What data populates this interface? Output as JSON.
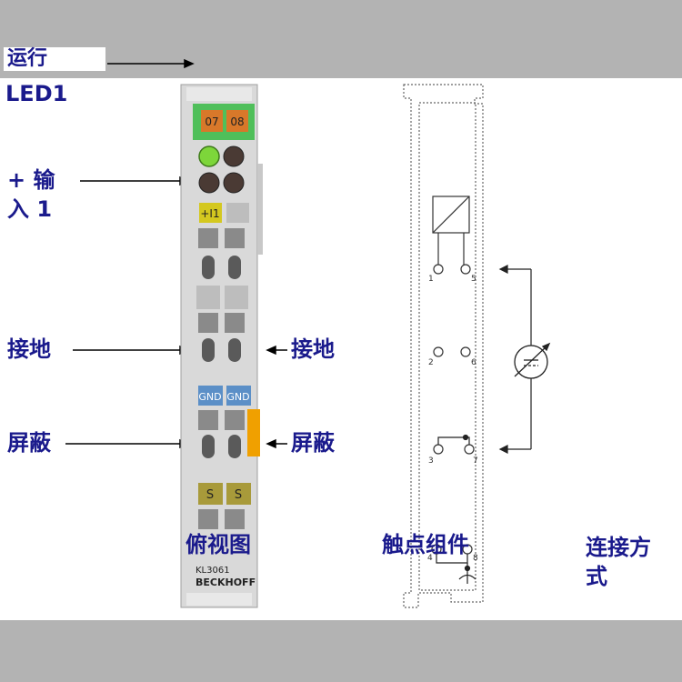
{
  "labels": {
    "run": "运行",
    "led1": "LED1",
    "input1": "+ 输\n入 1",
    "ground_left": "接地",
    "ground_right": "接地",
    "shield_left": "屏蔽",
    "shield_right": "屏蔽",
    "top_view": "俯视图",
    "contact_assembly": "触点组件",
    "connection_method": "连接方\n式"
  },
  "terminal": {
    "led_labels": [
      "07",
      "08"
    ],
    "input_tag": "+I1",
    "gnd_tags": [
      "GND",
      "GND"
    ],
    "shield_tags": [
      "S",
      "S"
    ],
    "model": "KL3061",
    "brand": "BECKHOFF"
  },
  "contacts": {
    "numbers": [
      "1",
      "5",
      "2",
      "6",
      "3",
      "7",
      "4",
      "8"
    ]
  },
  "colors": {
    "label_text": "#1a1a8c",
    "band": "#b3b3b3",
    "green_header": "#4fbf5a",
    "orange_tag": "#d8782a",
    "led_green": "#7dd63a",
    "blue_tag": "#5b8fc7",
    "yellow_tag": "#d4c81f",
    "olive_tag": "#a89a3a",
    "shield_bar": "#f0a000"
  }
}
